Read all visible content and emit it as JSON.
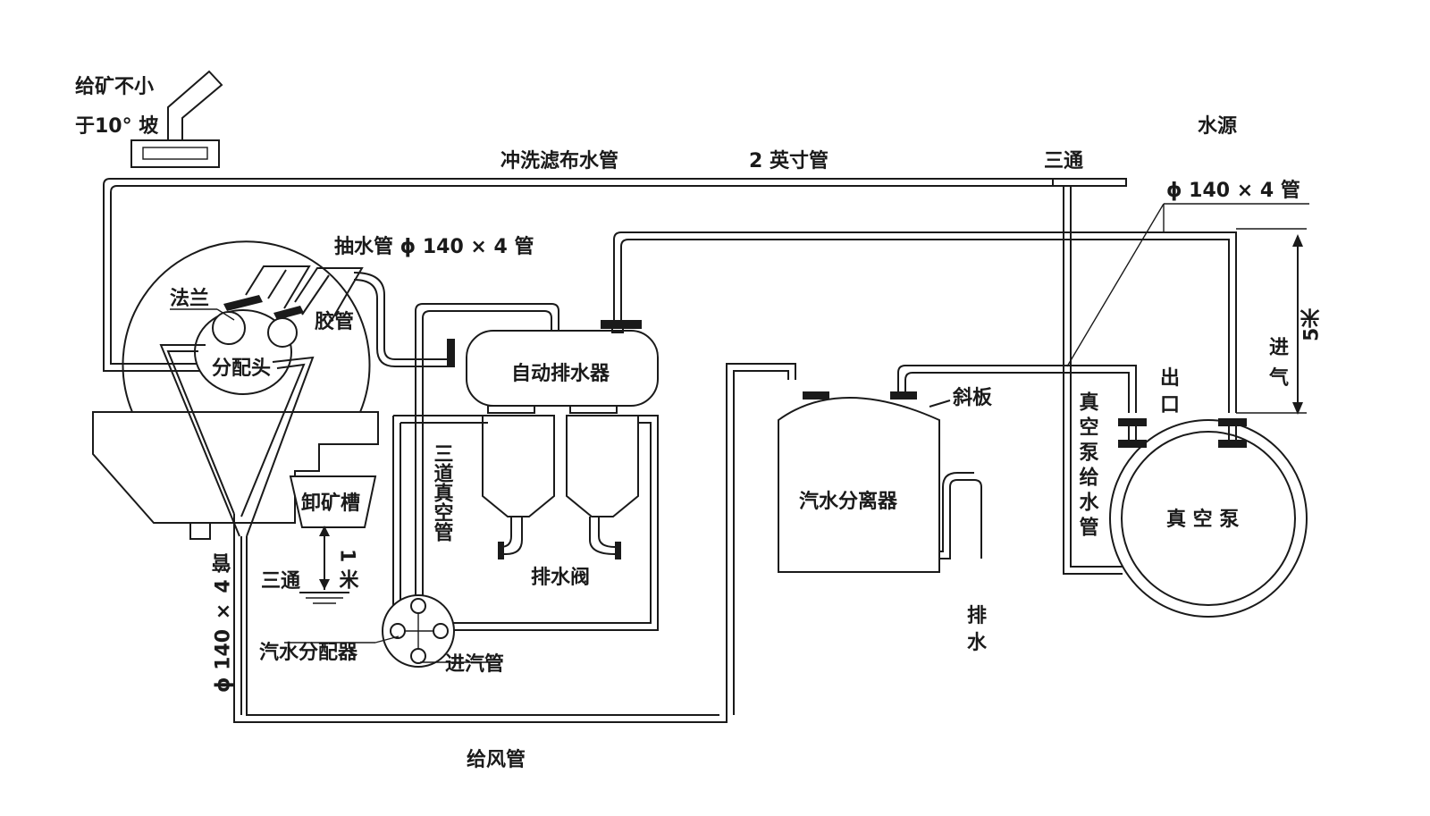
{
  "labels": {
    "feed_slope_1": "给矿不小",
    "feed_slope_2": "于10° 坡",
    "flush_pipe": "冲洗滤布水管",
    "two_inch_pipe": "2 英寸管",
    "tee_top": "三通",
    "water_source": "水源",
    "pipe_spec_right": "ϕ 140 × 4 管",
    "suction_pipe": "抽水管 ϕ 140 × 4 管",
    "flange": "法兰",
    "hose": "胶管",
    "distributor_head": "分配头",
    "auto_drain": "自动排水器",
    "inclined_plate": "斜板",
    "outlet_1": "出",
    "outlet_2": "口",
    "height_5m": "5米",
    "air_in_1": "进",
    "air_in_2": "气",
    "vacuum_water_pipe": "真空泵给水管",
    "vacuum_pump": "真 空 泵",
    "discharge_trough": "卸矿槽",
    "three_way_vacuum_pipe": "三道真空管",
    "separator": "汽水分离器",
    "drain_valve": "排水阀",
    "tee_left": "三通",
    "one_meter": "1 米",
    "steam_distributor": "汽水分配器",
    "steam_in_pipe": "进汽管",
    "drain_1": "排",
    "drain_2": "水",
    "pipe_spec_left": "ϕ 140 × 4 管",
    "air_supply_pipe": "给风管"
  }
}
